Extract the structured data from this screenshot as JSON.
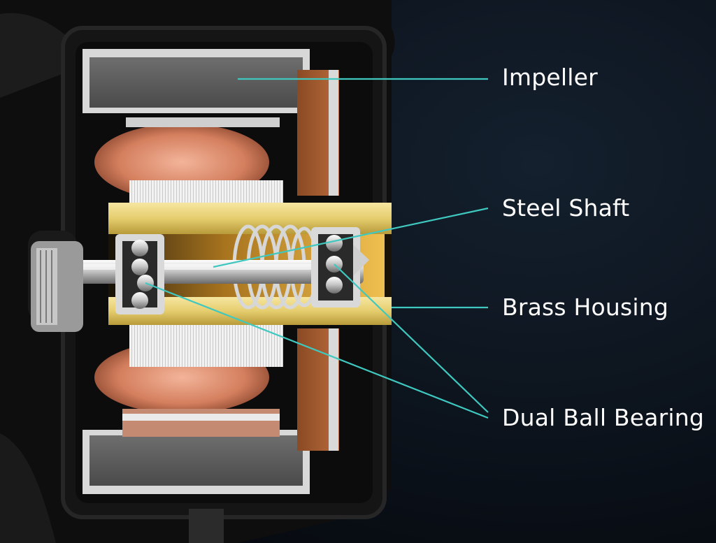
{
  "labels": {
    "impeller": "Impeller",
    "steel_shaft": "Steel Shaft",
    "brass_housing": "Brass Housing",
    "dual_ball_bearing": "Dual Ball Bearing"
  },
  "colors": {
    "background": "#0b111a",
    "leader_line": "#3fc8bf",
    "label_text": "#ffffff",
    "brass": "#e8d27a",
    "copper": "#d9896a",
    "steel": "#c9c9c9",
    "frame": "#161616"
  }
}
